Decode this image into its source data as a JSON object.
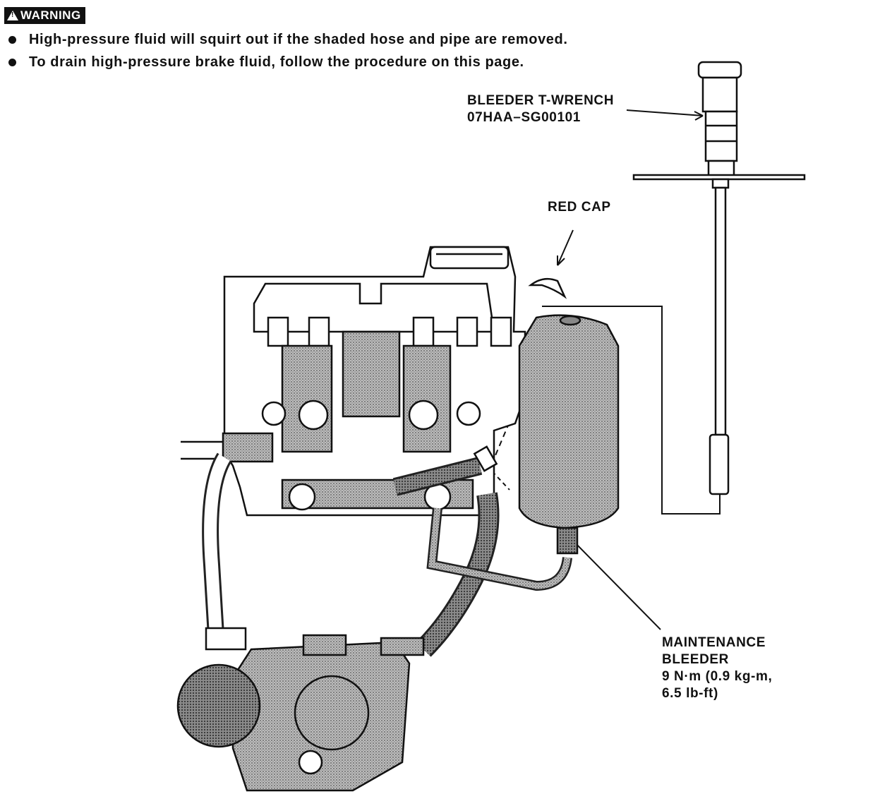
{
  "warning": {
    "badge": "WARNING",
    "icon": "warning-triangle-icon",
    "items": [
      "High-pressure fluid will squirt out if the shaded hose and pipe are removed.",
      "To drain high-pressure brake fluid, follow the procedure on this page."
    ]
  },
  "labels": {
    "wrench_name": "BLEEDER T-WRENCH",
    "wrench_part": "07HAA–SG00101",
    "red_cap": "RED CAP",
    "bleeder_1": "MAINTENANCE",
    "bleeder_2": "BLEEDER",
    "bleeder_3": "9 N·m (0.9 kg-m,",
    "bleeder_4": "6.5 lb-ft)"
  }
}
